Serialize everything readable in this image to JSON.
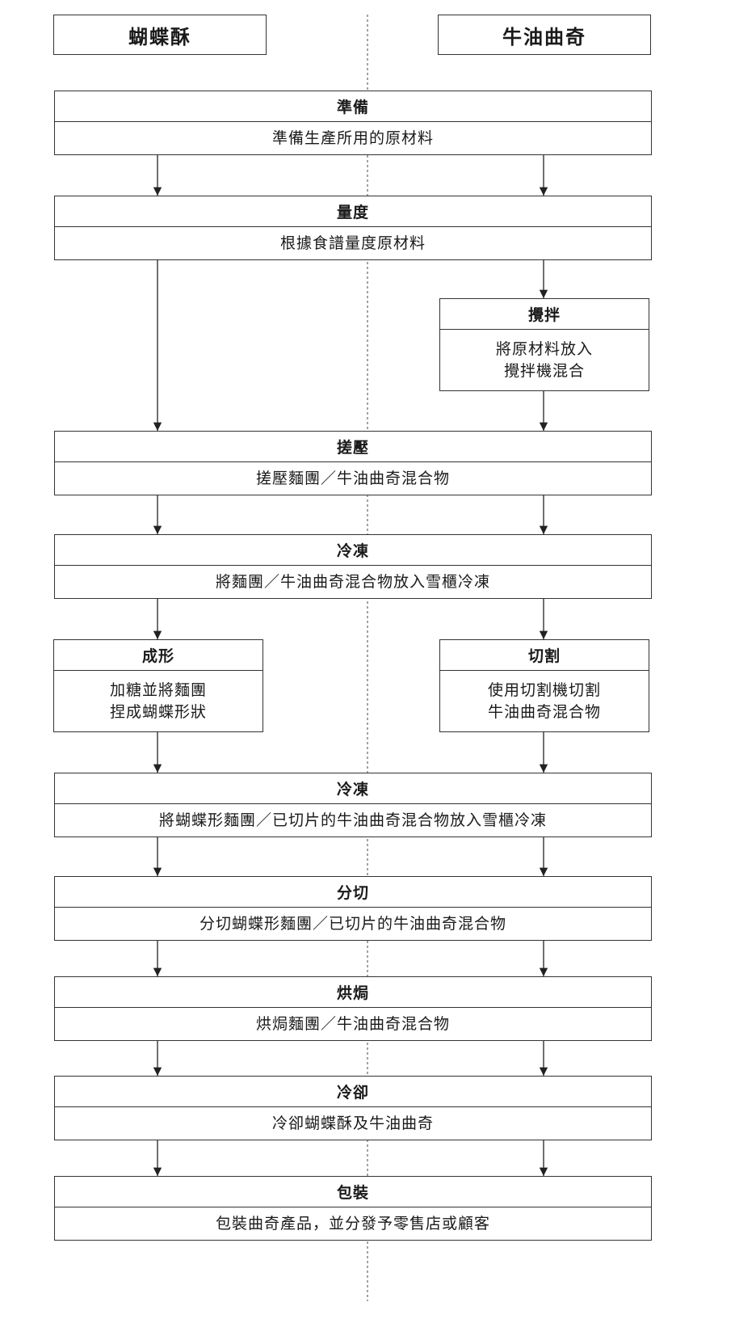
{
  "headers": {
    "left": "蝴蝶酥",
    "right": "牛油曲奇"
  },
  "steps": [
    {
      "id": "s1",
      "title": "準備",
      "lines": [
        "準備生產所用的原材料"
      ]
    },
    {
      "id": "s2",
      "title": "量度",
      "lines": [
        "根據食譜量度原材料"
      ]
    },
    {
      "id": "s3",
      "title": "攪拌",
      "lines": [
        "將原材料放入",
        "攪拌機混合"
      ]
    },
    {
      "id": "s4",
      "title": "搓壓",
      "lines": [
        "搓壓麵團／牛油曲奇混合物"
      ]
    },
    {
      "id": "s5",
      "title": "冷凍",
      "lines": [
        "將麵團／牛油曲奇混合物放入雪櫃冷凍"
      ]
    },
    {
      "id": "s6",
      "title": "成形",
      "lines": [
        "加糖並將麵團",
        "捏成蝴蝶形狀"
      ]
    },
    {
      "id": "s7",
      "title": "切割",
      "lines": [
        "使用切割機切割",
        "牛油曲奇混合物"
      ]
    },
    {
      "id": "s8",
      "title": "冷凍",
      "lines": [
        "將蝴蝶形麵團／已切片的牛油曲奇混合物放入雪櫃冷凍"
      ]
    },
    {
      "id": "s9",
      "title": "分切",
      "lines": [
        "分切蝴蝶形麵團／已切片的牛油曲奇混合物"
      ]
    },
    {
      "id": "s10",
      "title": "烘焗",
      "lines": [
        "烘焗麵團／牛油曲奇混合物"
      ]
    },
    {
      "id": "s11",
      "title": "冷卻",
      "lines": [
        "冷卻蝴蝶酥及牛油曲奇"
      ]
    },
    {
      "id": "s12",
      "title": "包裝",
      "lines": [
        "包裝曲奇產品，並分發予零售店或顧客"
      ]
    }
  ]
}
